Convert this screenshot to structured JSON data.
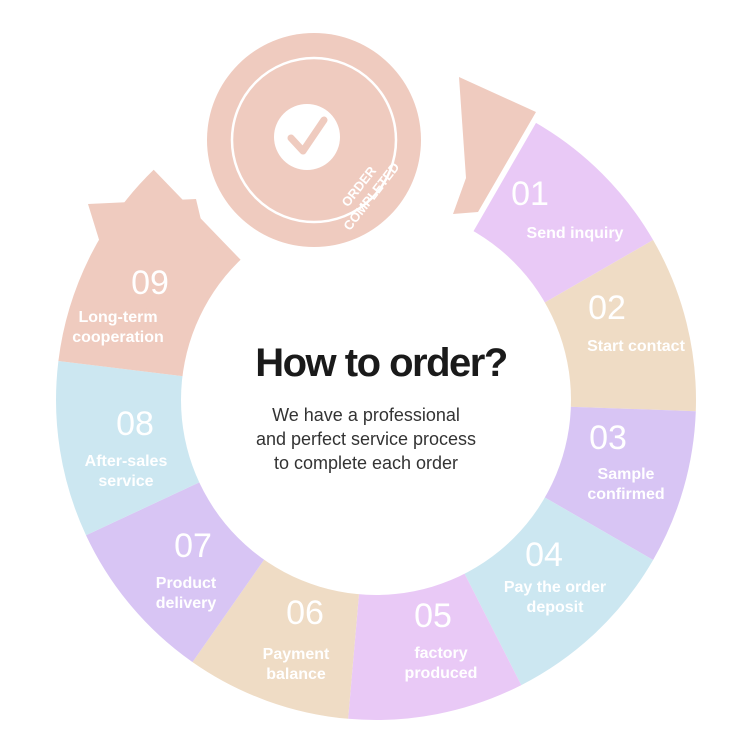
{
  "center": {
    "title": "How to order?",
    "description": [
      "We have a professional",
      "and perfect service process",
      "to complete each order"
    ]
  },
  "badge": {
    "lines": [
      "ORDER",
      "COMPLETED"
    ],
    "icon": "checkmark-icon",
    "color": "#efcbbf"
  },
  "steps": [
    {
      "number": "01",
      "label": [
        "Send inquiry"
      ],
      "color": "#e9c9f6"
    },
    {
      "number": "02",
      "label": [
        "Start contact"
      ],
      "color": "#efdcc5"
    },
    {
      "number": "03",
      "label": [
        "Sample",
        "confirmed"
      ],
      "color": "#d8c5f4"
    },
    {
      "number": "04",
      "label": [
        "Pay the order",
        "deposit"
      ],
      "color": "#cce7f1"
    },
    {
      "number": "05",
      "label": [
        "factory",
        "produced"
      ],
      "color": "#e9c9f6"
    },
    {
      "number": "06",
      "label": [
        "Payment",
        "balance"
      ],
      "color": "#efdcc5"
    },
    {
      "number": "07",
      "label": [
        "Product",
        "delivery"
      ],
      "color": "#d8c5f4"
    },
    {
      "number": "08",
      "label": [
        "After-sales",
        "service"
      ],
      "color": "#cce7f1"
    },
    {
      "number": "09",
      "label": [
        "Long-term",
        "cooperation"
      ],
      "color": "#efcbbf"
    }
  ]
}
